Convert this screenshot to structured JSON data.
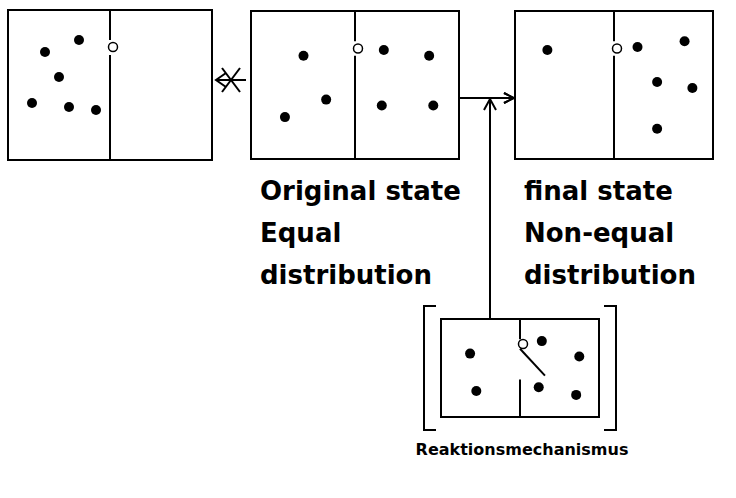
{
  "diagram": {
    "nodes": [
      {
        "text": [
          "Original state Equal distribution"
        ]
      },
      {
        "text": [
          "final state Non-equal distribution"
        ]
      },
      {
        "text": [
          "Reaktionsmechanismus"
        ]
      }
    ],
    "edges": [
      {
        "from": 0,
        "to": 1,
        "arrow": "to"
      },
      {
        "from": 2,
        "to": 1,
        "arrow": "to"
      }
    ]
  }
}
